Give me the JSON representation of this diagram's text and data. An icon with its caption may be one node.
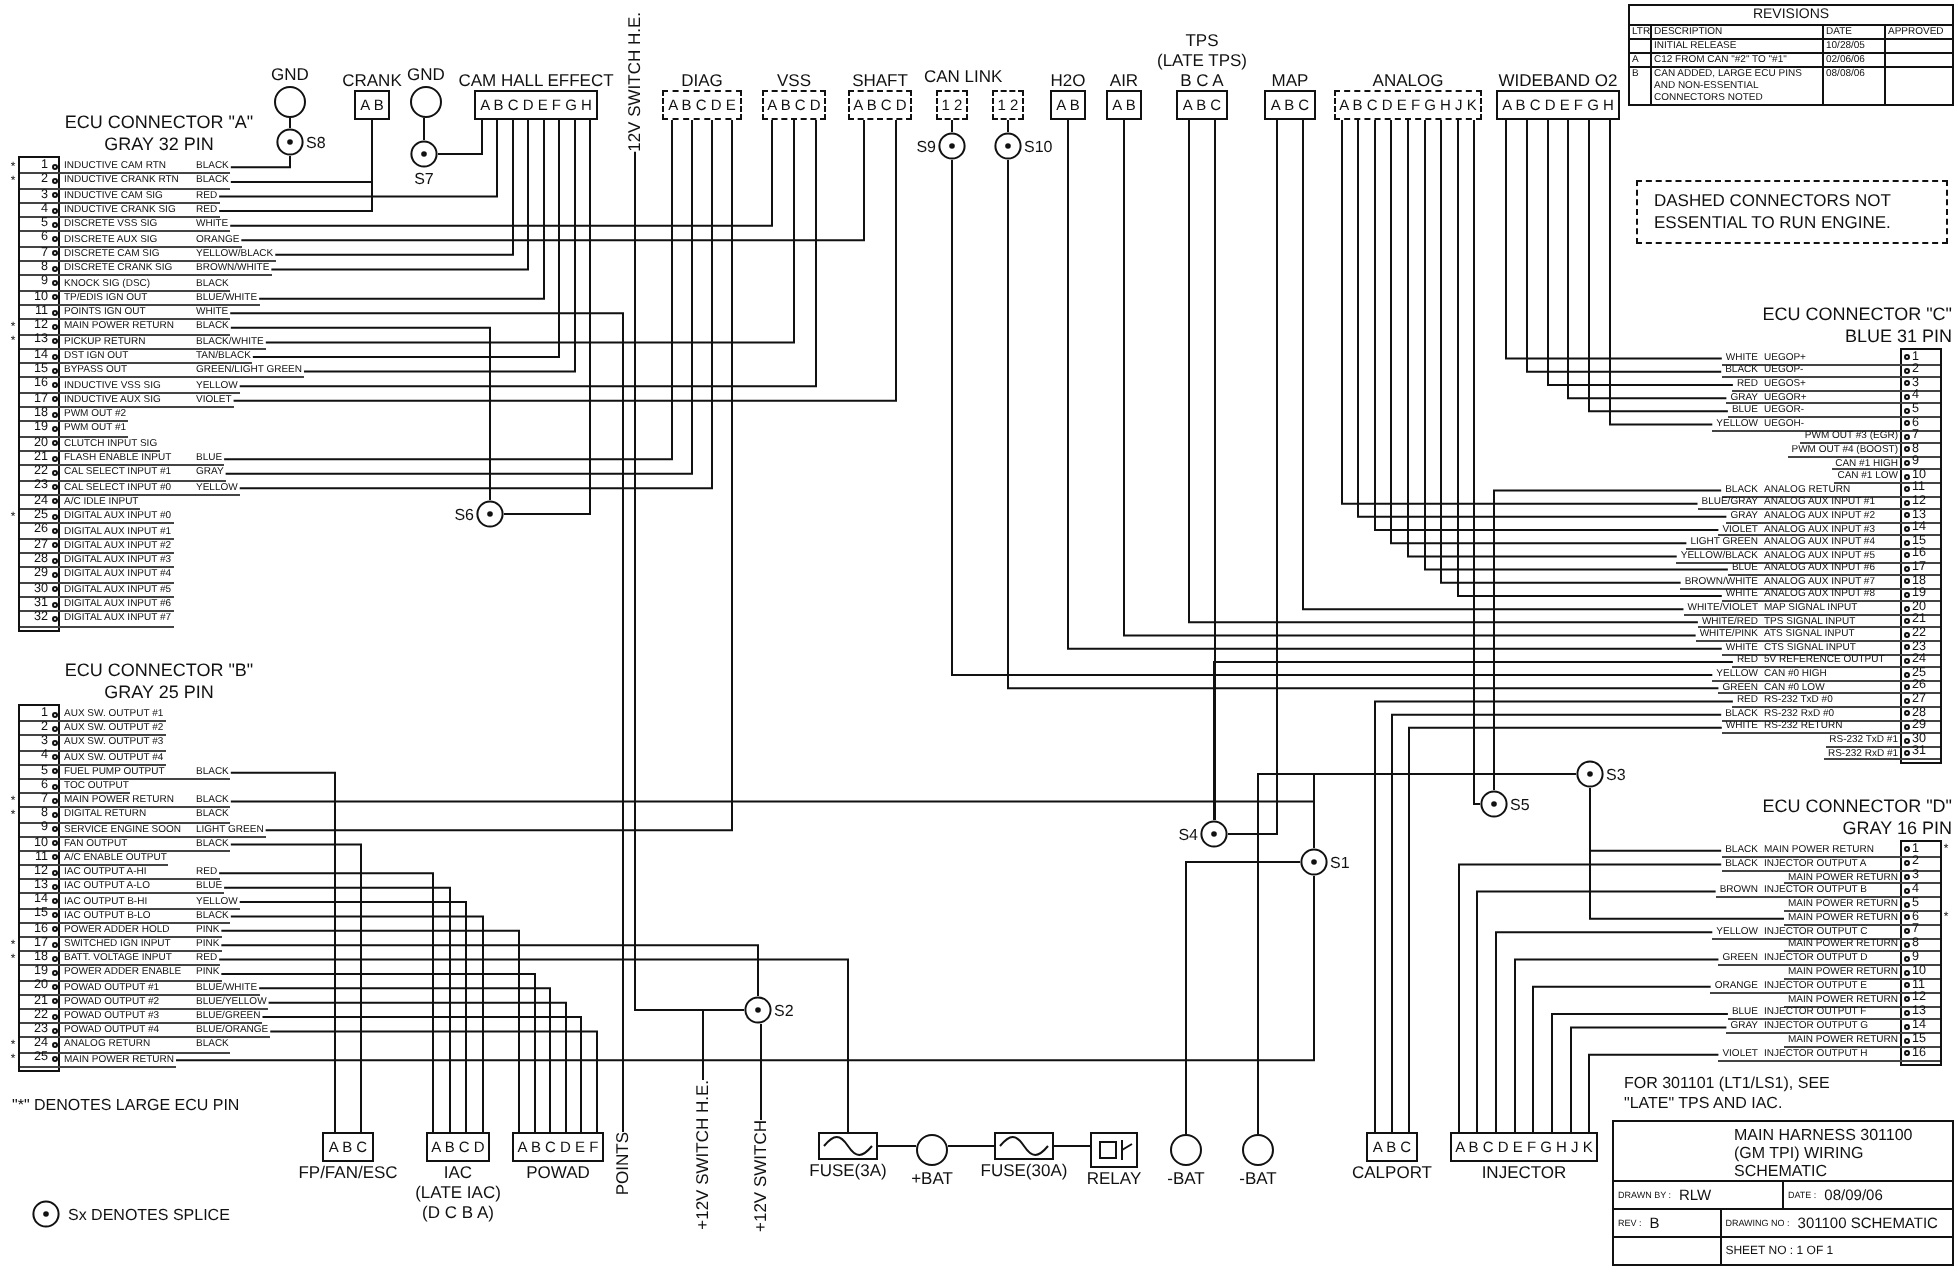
{
  "diagram": {
    "nodes": [
      {
        "text": [
          "GND"
        ]
      },
      {
        "text": [
          "CRANK",
          "A B"
        ]
      },
      {
        "text": [
          "GND"
        ]
      },
      {
        "text": [
          "CAM HALL EFFECT",
          "A B C D E F G H"
        ]
      },
      {
        "text": [
          "12V SWITCH H.E."
        ]
      },
      {
        "text": [
          "DIAG",
          "A B C D E"
        ]
      },
      {
        "text": [
          "VSS",
          "A B C D"
        ]
      },
      {
        "text": [
          "SHAFT",
          "A B C D"
        ]
      },
      {
        "text": [
          "1 2"
        ]
      },
      {
        "text": [
          "1 2"
        ]
      },
      {
        "text": [
          "H2O",
          "A B"
        ]
      },
      {
        "text": [
          "AIR",
          "A B"
        ]
      },
      {
        "text": [
          "TPS",
          "(LATE TPS)",
          "B C A",
          "A B C"
        ]
      },
      {
        "text": [
          "MAP",
          "A B C"
        ]
      },
      {
        "text": [
          "ANALOG",
          "A B C D E F G H J K"
        ]
      },
      {
        "text": [
          "WIDEBAND O2",
          "A B C D E F G H"
        ]
      },
      {
        "text": [
          "DASHED CONNECTORS NOT ESSENTIAL TO RUN ENGINE."
        ]
      },
      {
        "text": [
          "ECU CONNECTOR \"A\"",
          "GRAY 32 PIN"
        ]
      },
      {
        "text": [
          "1",
          "INDUCTIVE CAM RTN",
          "BLACK"
        ],
        "beside": [
          "*"
        ]
      },
      {
        "text": [
          "2",
          "INDUCTIVE CRANK RTN",
          "BLACK"
        ],
        "beside": [
          "*"
        ]
      },
      {
        "text": [
          "3",
          "INDUCTIVE CAM SIG",
          "RED"
        ]
      },
      {
        "text": [
          "4",
          "INDUCTIVE CRANK SIG",
          "RED"
        ]
      },
      {
        "text": [
          "5",
          "DISCRETE VSS SIG",
          "WHITE"
        ]
      },
      {
        "text": [
          "6",
          "DISCRETE AUX SIG",
          "ORANGE"
        ]
      },
      {
        "text": [
          "7",
          "DISCRETE CAM SIG",
          "YELLOW/BLACK"
        ]
      },
      {
        "text": [
          "8",
          "DISCRETE CRANK SIG",
          "BROWN/WHITE"
        ]
      },
      {
        "text": [
          "9",
          "KNOCK SIG (DSC)",
          "BLACK"
        ]
      },
      {
        "text": [
          "10",
          "TP/EDIS IGN OUT",
          "BLUE/WHITE"
        ]
      },
      {
        "text": [
          "11",
          "POINTS IGN OUT",
          "WHITE"
        ]
      },
      {
        "text": [
          "12",
          "MAIN POWER RETURN",
          "BLACK"
        ],
        "beside": [
          "*"
        ]
      },
      {
        "text": [
          "13",
          "PICKUP RETURN",
          "BLACK/WHITE"
        ],
        "beside": [
          "*"
        ]
      },
      {
        "text": [
          "14",
          "DST IGN OUT",
          "TAN/BLACK"
        ]
      },
      {
        "text": [
          "15",
          "BYPASS OUT",
          "GREEN/LIGHT GREEN"
        ]
      },
      {
        "text": [
          "16",
          "INDUCTIVE VSS SIG",
          "YELLOW"
        ]
      },
      {
        "text": [
          "17",
          "INDUCTIVE AUX SIG",
          "VIOLET"
        ]
      },
      {
        "text": [
          "18",
          "PWM OUT #2"
        ]
      },
      {
        "text": [
          "19",
          "PWM OUT #1"
        ]
      },
      {
        "text": [
          "20",
          "CLUTCH INPUT SIG"
        ]
      },
      {
        "text": [
          "21",
          "FLASH ENABLE INPUT",
          "BLUE"
        ]
      },
      {
        "text": [
          "22",
          "CAL SELECT INPUT #1",
          "GRAY"
        ]
      },
      {
        "text": [
          "23",
          "CAL SELECT INPUT #0",
          "YELLOW"
        ]
      },
      {
        "text": [
          "24",
          "A/C IDLE INPUT"
        ]
      },
      {
        "text": [
          "25",
          "DIGITAL AUX INPUT #0"
        ],
        "beside": [
          "*"
        ]
      },
      {
        "text": [
          "26",
          "DIGITAL AUX INPUT #1"
        ]
      },
      {
        "text": [
          "27",
          "DIGITAL AUX INPUT #2"
        ]
      },
      {
        "text": [
          "28",
          "DIGITAL AUX INPUT #3"
        ]
      },
      {
        "text": [
          "29",
          "DIGITAL AUX INPUT #4"
        ]
      },
      {
        "text": [
          "30",
          "DIGITAL AUX INPUT #5"
        ]
      },
      {
        "text": [
          "31",
          "DIGITAL AUX INPUT #6"
        ]
      },
      {
        "text": [
          "32",
          "DIGITAL AUX INPUT #7"
        ]
      },
      {
        "text": [
          "ECU CONNECTOR \"C\"",
          "BLUE 31 PIN"
        ]
      },
      {
        "text": [
          "WHITE",
          "UEGOP+",
          "1"
        ]
      },
      {
        "text": [
          "BLACK",
          "UEGOP-",
          "2"
        ]
      },
      {
        "text": [
          "RED",
          "UEGOS+",
          "3"
        ]
      },
      {
        "text": [
          "GRAY",
          "UEGOR+",
          "4"
        ]
      },
      {
        "text": [
          "BLUE",
          "UEGOR-",
          "5"
        ]
      },
      {
        "text": [
          "YELLOW",
          "UEGOH-",
          "6"
        ]
      },
      {
        "text": [
          "PWM OUT #3 (EGR)",
          "7"
        ]
      },
      {
        "text": [
          "PWM OUT #4 (BOOST)",
          "8"
        ]
      },
      {
        "text": [
          "CAN #1 HIGH",
          "9"
        ]
      },
      {
        "text": [
          "CAN #1 LOW",
          "10"
        ]
      },
      {
        "text": [
          "BLACK",
          "ANALOG RETURN",
          "11"
        ]
      },
      {
        "text": [
          "BLUE/GRAY",
          "ANALOG AUX INPUT #1",
          "12"
        ]
      },
      {
        "text": [
          "GRAY",
          "ANALOG AUX INPUT #2",
          "13"
        ]
      },
      {
        "text": [
          "VIOLET",
          "ANALOG AUX INPUT #3",
          "14"
        ]
      },
      {
        "text": [
          "LIGHT GREEN",
          "ANALOG AUX INPUT #4",
          "15"
        ]
      },
      {
        "text": [
          "YELLOW/BLACK",
          "ANALOG AUX INPUT #5",
          "16"
        ]
      },
      {
        "text": [
          "BLUE",
          "ANALOG AUX INPUT #6",
          "17"
        ]
      },
      {
        "text": [
          "BROWN/WHITE",
          "ANALOG AUX INPUT #7",
          "18"
        ]
      },
      {
        "text": [
          "WHITE",
          "ANALOG AUX INPUT #8",
          "19"
        ]
      },
      {
        "text": [
          "WHITE/VIOLET",
          "MAP SIGNAL INPUT",
          "20"
        ]
      },
      {
        "text": [
          "WHITE/RED",
          "TPS SIGNAL INPUT",
          "21"
        ]
      },
      {
        "text": [
          "WHITE/PINK",
          "ATS SIGNAL INPUT",
          "22"
        ]
      },
      {
        "text": [
          "WHITE",
          "CTS SIGNAL INPUT",
          "23"
        ]
      },
      {
        "text": [
          "RED",
          "5V REFERENCE OUTPUT",
          "24"
        ]
      },
      {
        "text": [
          "YELLOW",
          "CAN #0 HIGH",
          "25"
        ]
      },
      {
        "text": [
          "GREEN",
          "CAN #0 LOW",
          "26"
        ]
      },
      {
        "text": [
          "RED",
          "RS-232 TxD #0",
          "27"
        ]
      },
      {
        "text": [
          "BLACK",
          "RS-232 RxD #0",
          "28"
        ]
      },
      {
        "text": [
          "WHITE",
          "RS-232 RETURN",
          "29"
        ]
      },
      {
        "text": [
          "RS-232 TxD #1",
          "30"
        ]
      },
      {
        "text": [
          "RS-232 RxD #1",
          "31"
        ]
      },
      {
        "text": [
          "ECU CONNECTOR \"B\"",
          "GRAY 25 PIN"
        ]
      },
      {
        "text": [
          "1",
          "AUX SW. OUTPUT #1"
        ]
      },
      {
        "text": [
          "2",
          "AUX SW. OUTPUT #2"
        ]
      },
      {
        "text": [
          "3",
          "AUX SW. OUTPUT #3"
        ]
      },
      {
        "text": [
          "4",
          "AUX SW. OUTPUT #4"
        ]
      },
      {
        "text": [
          "5",
          "FUEL PUMP OUTPUT",
          "BLACK"
        ]
      },
      {
        "text": [
          "6",
          "TOC OUTPUT"
        ]
      },
      {
        "text": [
          "7",
          "MAIN POWER RETURN",
          "BLACK"
        ],
        "beside": [
          "*"
        ]
      },
      {
        "text": [
          "8",
          "DIGITAL RETURN",
          "BLACK"
        ],
        "beside": [
          "*"
        ]
      },
      {
        "text": [
          "9",
          "SERVICE ENGINE SOON",
          "LIGHT GREEN"
        ]
      },
      {
        "text": [
          "10",
          "FAN OUTPUT",
          "BLACK"
        ]
      },
      {
        "text": [
          "11",
          "A/C ENABLE OUTPUT"
        ]
      },
      {
        "text": [
          "12",
          "IAC OUTPUT A-HI",
          "RED"
        ]
      },
      {
        "text": [
          "13",
          "IAC OUTPUT A-LO",
          "BLUE"
        ]
      },
      {
        "text": [
          "14",
          "IAC OUTPUT B-HI",
          "YELLOW"
        ]
      },
      {
        "text": [
          "15",
          "IAC OUTPUT B-LO",
          "BLACK"
        ]
      },
      {
        "text": [
          "16",
          "POWER ADDER HOLD",
          "PINK"
        ]
      },
      {
        "text": [
          "17",
          "SWITCHED IGN INPUT",
          "PINK"
        ],
        "beside": [
          "*"
        ]
      },
      {
        "text": [
          "18",
          "BATT. VOLTAGE INPUT",
          "RED"
        ],
        "beside": [
          "*"
        ]
      },
      {
        "text": [
          "19",
          "POWER ADDER ENABLE",
          "PINK"
        ]
      },
      {
        "text": [
          "20",
          "POWAD OUTPUT #1",
          "BLUE/WHITE"
        ]
      },
      {
        "text": [
          "21",
          "POWAD OUTPUT #2",
          "BLUE/YELLOW"
        ]
      },
      {
        "text": [
          "22",
          "POWAD OUTPUT #3",
          "BLUE/GREEN"
        ]
      },
      {
        "text": [
          "23",
          "POWAD OUTPUT #4",
          "BLUE/ORANGE"
        ]
      },
      {
        "text": [
          "24",
          "ANALOG RETURN",
          "BLACK"
        ],
        "beside": [
          "*"
        ]
      },
      {
        "text": [
          "25",
          "MAIN POWER RETURN"
        ],
        "beside": [
          "*"
        ]
      },
      {
        "text": [
          "ECU CONNECTOR \"D\"",
          "GRAY 16 PIN"
        ]
      },
      {
        "text": [
          "BLACK",
          "MAIN POWER RETURN",
          "1"
        ],
        "beside": [
          "*"
        ]
      },
      {
        "text": [
          "BLACK",
          "INJECTOR OUTPUT A",
          "2"
        ]
      },
      {
        "text": [
          "MAIN POWER RETURN",
          "3"
        ]
      },
      {
        "text": [
          "BROWN",
          "INJECTOR OUTPUT B",
          "4"
        ]
      },
      {
        "text": [
          "MAIN POWER RETURN",
          "5"
        ]
      },
      {
        "text": [
          "MAIN POWER RETURN",
          "6"
        ],
        "beside": [
          "*"
        ]
      },
      {
        "text": [
          "YELLOW",
          "INJECTOR OUTPUT C",
          "7"
        ]
      },
      {
        "text": [
          "MAIN POWER RETURN",
          "8"
        ]
      },
      {
        "text": [
          "GREEN",
          "INJECTOR OUTPUT D",
          "9"
        ]
      },
      {
        "text": [
          "MAIN POWER RETURN",
          "10"
        ]
      },
      {
        "text": [
          "ORANGE",
          "INJECTOR OUTPUT E",
          "11"
        ]
      },
      {
        "text": [
          "MAIN POWER RETURN",
          "12"
        ]
      },
      {
        "text": [
          "BLUE",
          "INJECTOR OUTPUT F",
          "13"
        ]
      },
      {
        "text": [
          "GRAY",
          "INJECTOR OUTPUT G",
          "14"
        ]
      },
      {
        "text": [
          "MAIN POWER RETURN",
          "15"
        ]
      },
      {
        "text": [
          "VIOLET",
          "INJECTOR OUTPUT H",
          "16"
        ]
      },
      {
        "text": [
          "S8"
        ]
      },
      {
        "text": [
          "S7"
        ]
      },
      {
        "text": [
          "S9"
        ]
      },
      {
        "text": [
          "S10"
        ]
      },
      {
        "text": [
          "S6"
        ]
      },
      {
        "text": [
          "S5"
        ]
      },
      {
        "text": [
          "S4"
        ]
      },
      {
        "text": [
          "S3"
        ]
      },
      {
        "text": [
          "S1"
        ]
      },
      {
        "text": [
          "S2"
        ]
      },
      {
        "text": [
          "A B C",
          "FP/FAN/ESC"
        ]
      },
      {
        "text": [
          "A B C D",
          "IAC",
          "(LATE IAC)",
          "(D C B A)"
        ]
      },
      {
        "text": [
          "A B C D E F",
          "POWAD"
        ]
      },
      {
        "text": [
          "POINTS"
        ]
      },
      {
        "text": [
          "+12V SWITCH H.E."
        ]
      },
      {
        "text": [
          "+12V SWITCH"
        ]
      },
      {
        "text": [
          "FUSE(3A)"
        ]
      },
      {
        "text": [
          "+BAT"
        ]
      },
      {
        "text": [
          "FUSE(30A)"
        ]
      },
      {
        "text": [
          "RELAY"
        ]
      },
      {
        "text": [
          "-BAT"
        ]
      },
      {
        "text": [
          "-BAT"
        ]
      },
      {
        "text": [
          "A B C",
          "CALPORT"
        ]
      },
      {
        "text": [
          "A B C D E F G H J K",
          "INJECTOR"
        ]
      }
    ],
    "edges": [
      {
        "from": 0,
        "to": 125,
        "arrow": "none"
      },
      {
        "from": 18,
        "to": 125,
        "arrow": "none"
      },
      {
        "from": 19,
        "to": 1,
        "arrow": "none"
      },
      {
        "from": 21,
        "to": 1,
        "arrow": "none"
      },
      {
        "from": 2,
        "to": 126,
        "arrow": "none"
      },
      {
        "from": 126,
        "to": 3,
        "arrow": "none"
      },
      {
        "from": 20,
        "to": 3,
        "arrow": "none"
      },
      {
        "from": 24,
        "to": 3,
        "arrow": "none"
      },
      {
        "from": 25,
        "to": 3,
        "arrow": "none"
      },
      {
        "from": 27,
        "to": 3,
        "arrow": "none"
      },
      {
        "from": 31,
        "to": 3,
        "arrow": "none"
      },
      {
        "from": 32,
        "to": 3,
        "arrow": "none"
      },
      {
        "from": 29,
        "to": 129,
        "arrow": "none"
      },
      {
        "from": 129,
        "to": 3,
        "arrow": "none"
      },
      {
        "from": 4,
        "to": 134,
        "arrow": "none"
      },
      {
        "from": 38,
        "to": 5,
        "arrow": "none"
      },
      {
        "from": 39,
        "to": 5,
        "arrow": "none"
      },
      {
        "from": 40,
        "to": 5,
        "arrow": "none"
      },
      {
        "from": 91,
        "to": 5,
        "arrow": "none"
      },
      {
        "from": 22,
        "to": 6,
        "arrow": "none"
      },
      {
        "from": 30,
        "to": 6,
        "arrow": "none"
      },
      {
        "from": 33,
        "to": 6,
        "arrow": "none"
      },
      {
        "from": 23,
        "to": 7,
        "arrow": "none"
      },
      {
        "from": 34,
        "to": 7,
        "arrow": "none"
      },
      {
        "from": 75,
        "to": 127,
        "arrow": "none"
      },
      {
        "from": 127,
        "to": 8,
        "arrow": "none"
      },
      {
        "from": 76,
        "to": 128,
        "arrow": "none"
      },
      {
        "from": 128,
        "to": 9,
        "arrow": "none"
      },
      {
        "from": 73,
        "to": 10,
        "arrow": "none"
      },
      {
        "from": 72,
        "to": 11,
        "arrow": "none"
      },
      {
        "from": 71,
        "to": 12,
        "arrow": "none"
      },
      {
        "from": 74,
        "to": 131,
        "arrow": "none"
      },
      {
        "from": 131,
        "to": 12,
        "arrow": "none"
      },
      {
        "from": 131,
        "to": 13,
        "arrow": "none"
      },
      {
        "from": 70,
        "to": 13,
        "arrow": "none"
      },
      {
        "from": 62,
        "to": 14,
        "arrow": "none"
      },
      {
        "from": 63,
        "to": 14,
        "arrow": "none"
      },
      {
        "from": 64,
        "to": 14,
        "arrow": "none"
      },
      {
        "from": 65,
        "to": 14,
        "arrow": "none"
      },
      {
        "from": 66,
        "to": 14,
        "arrow": "none"
      },
      {
        "from": 67,
        "to": 14,
        "arrow": "none"
      },
      {
        "from": 68,
        "to": 14,
        "arrow": "none"
      },
      {
        "from": 69,
        "to": 14,
        "arrow": "none"
      },
      {
        "from": 61,
        "to": 130,
        "arrow": "none"
      },
      {
        "from": 130,
        "to": 14,
        "arrow": "none"
      },
      {
        "from": 51,
        "to": 15,
        "arrow": "none"
      },
      {
        "from": 52,
        "to": 15,
        "arrow": "none"
      },
      {
        "from": 53,
        "to": 15,
        "arrow": "none"
      },
      {
        "from": 54,
        "to": 15,
        "arrow": "none"
      },
      {
        "from": 55,
        "to": 15,
        "arrow": "none"
      },
      {
        "from": 56,
        "to": 15,
        "arrow": "none"
      },
      {
        "from": 77,
        "to": 147,
        "arrow": "none"
      },
      {
        "from": 78,
        "to": 147,
        "arrow": "none"
      },
      {
        "from": 79,
        "to": 147,
        "arrow": "none"
      },
      {
        "from": 87,
        "to": 135,
        "arrow": "none"
      },
      {
        "from": 92,
        "to": 135,
        "arrow": "none"
      },
      {
        "from": 94,
        "to": 136,
        "arrow": "none"
      },
      {
        "from": 95,
        "to": 136,
        "arrow": "none"
      },
      {
        "from": 96,
        "to": 136,
        "arrow": "none"
      },
      {
        "from": 97,
        "to": 136,
        "arrow": "none"
      },
      {
        "from": 98,
        "to": 137,
        "arrow": "none"
      },
      {
        "from": 101,
        "to": 137,
        "arrow": "none"
      },
      {
        "from": 102,
        "to": 137,
        "arrow": "none"
      },
      {
        "from": 103,
        "to": 137,
        "arrow": "none"
      },
      {
        "from": 104,
        "to": 137,
        "arrow": "none"
      },
      {
        "from": 105,
        "to": 137,
        "arrow": "none"
      },
      {
        "from": 99,
        "to": 134,
        "arrow": "none"
      },
      {
        "from": 134,
        "to": 139,
        "arrow": "none"
      },
      {
        "from": 134,
        "to": 140,
        "arrow": "none"
      },
      {
        "from": 100,
        "to": 141,
        "arrow": "none"
      },
      {
        "from": 141,
        "to": 142,
        "arrow": "none"
      },
      {
        "from": 143,
        "to": 142,
        "arrow": "none"
      },
      {
        "from": 143,
        "to": 144,
        "arrow": "none"
      },
      {
        "from": 28,
        "to": 138,
        "arrow": "none"
      },
      {
        "from": 89,
        "to": 133,
        "arrow": "none"
      },
      {
        "from": 107,
        "to": 133,
        "arrow": "none"
      },
      {
        "from": 110,
        "to": 148,
        "arrow": "none"
      },
      {
        "from": 112,
        "to": 148,
        "arrow": "none"
      },
      {
        "from": 115,
        "to": 148,
        "arrow": "none"
      },
      {
        "from": 117,
        "to": 148,
        "arrow": "none"
      },
      {
        "from": 119,
        "to": 148,
        "arrow": "none"
      },
      {
        "from": 121,
        "to": 148,
        "arrow": "none"
      },
      {
        "from": 122,
        "to": 148,
        "arrow": "none"
      },
      {
        "from": 124,
        "to": 148,
        "arrow": "none"
      },
      {
        "from": 109,
        "to": 132,
        "arrow": "none"
      },
      {
        "from": 114,
        "to": 132,
        "arrow": "none"
      },
      {
        "from": 132,
        "to": 133,
        "arrow": "none"
      },
      {
        "from": 133,
        "to": 145,
        "arrow": "none"
      },
      {
        "from": 132,
        "to": 146,
        "arrow": "none"
      }
    ],
    "labels": [
      "CAN LINK",
      "REVISIONS",
      "LTR",
      "DESCRIPTION",
      "DATE",
      "APPROVED",
      "INITIAL RELEASE",
      "10/28/05",
      "A",
      "C12 FROM CAN \"#2\" TO \"#1\"",
      "02/06/06",
      "B",
      "CAN ADDED, LARGE ECU PINS AND NON-ESSENTIAL CONNECTORS NOTED",
      "08/08/06",
      "FOR 301101 (LT1/LS1), SEE \"LATE\" TPS AND IAC.",
      "MAIN HARNESS 301100 (GM TPI) WIRING SCHEMATIC",
      "DRAWN BY :",
      "RLW",
      "DATE :",
      "08/09/06",
      "REV :",
      "B",
      "DRAWING NO :",
      "301100 SCHEMATIC",
      "SHEET NO : 1 OF 1",
      "\"*\" DENOTES LARGE ECU PIN"
    ],
    "legend": [
      {
        "text": "Sx DENOTES SPLICE"
      }
    ]
  }
}
